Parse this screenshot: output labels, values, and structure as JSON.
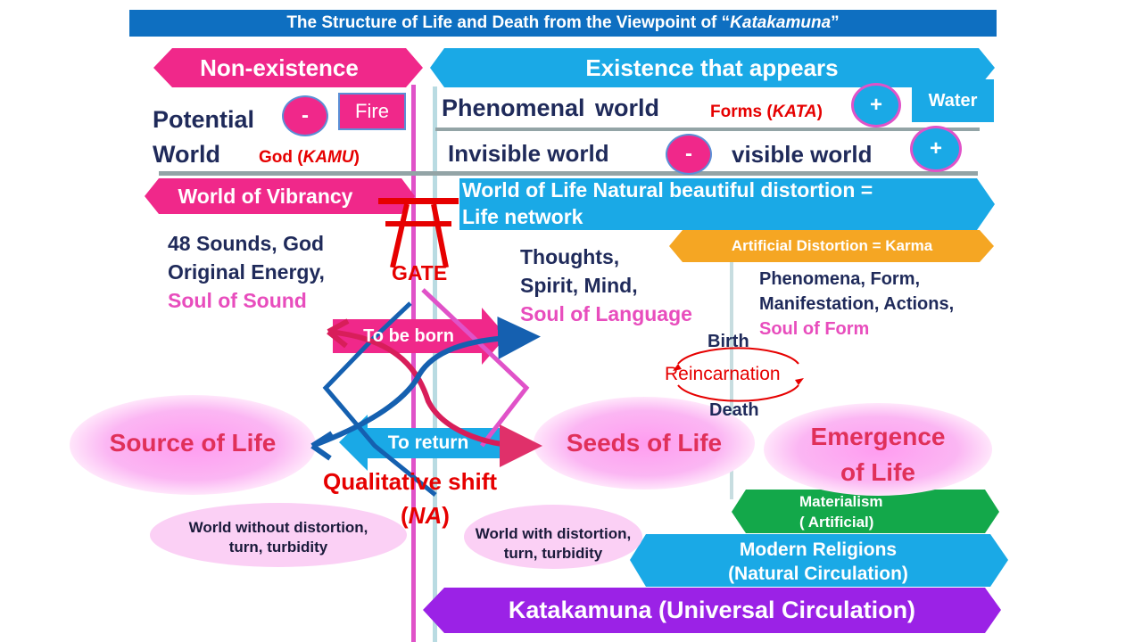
{
  "title": {
    "prefix": "The Structure of Life and Death from the Viewpoint of “",
    "emph": "Katakamuna",
    "suffix": "”"
  },
  "arrows": {
    "non_existence": "Non-existence",
    "existence": "Existence that appears",
    "vibrancy": "World of Vibrancy",
    "life_line1": "World of Life  Natural beautiful distortion =",
    "life_line2": "Life network",
    "karma": "Artificial  Distortion = Karma",
    "to_be_born": "To be born",
    "to_return": "To return",
    "materialism_line1": "Materialism",
    "materialism_line2": "( Artificial)",
    "religions_line1": "Modern Religions",
    "religions_line2": "(Natural Circulation)",
    "katakamuna": "Katakamuna (Universal Circulation)"
  },
  "labels": {
    "potential": "Potential",
    "world": "World",
    "god_prefix": "God (",
    "god_emph": "KAMU",
    "god_suffix": ")",
    "fire": "Fire",
    "minus": "-",
    "plus": "+",
    "water": "Water",
    "phenomenal": "Phenomenal world",
    "forms_prefix": "Forms (",
    "forms_emph": "KATA",
    "forms_suffix": ")",
    "invisible": "Invisible world",
    "visible": "visible world",
    "gate": "GATE",
    "sounds_line1": "48 Sounds, God",
    "sounds_line2": "Original Energy,",
    "sounds_line3": "Soul of Sound",
    "thoughts_line1": "Thoughts,",
    "thoughts_line2": "Spirit, Mind,",
    "thoughts_line3": "Soul of Language",
    "phenomena_line1": "Phenomena, Form,",
    "phenomena_line2": "Manifestation, Actions,",
    "phenomena_line3": "Soul of Form",
    "birth": "Birth",
    "reincarnation": "Reincarnation",
    "death": "Death",
    "source": "Source of Life",
    "seeds": "Seeds of Life",
    "emergence_line1": "Emergence",
    "emergence_line2": "of Life",
    "qual_line1": "Qualitative shift",
    "qual_open": "(",
    "qual_emph": "NA",
    "qual_close": ")",
    "without_line1": "World without distortion,",
    "without_line2": "turn, turbidity",
    "with_line1": "World with distortion,",
    "with_line2": "turn, turbidity"
  },
  "colors": {
    "title_bg": "#0e6fc1",
    "pink_arrow": "#f0288a",
    "cyan_arrow": "#1aa9e6",
    "orange_arrow": "#f5a623",
    "green_arrow": "#13a84a",
    "purple_arrow": "#9b22e6",
    "gate_red": "#e60000"
  }
}
